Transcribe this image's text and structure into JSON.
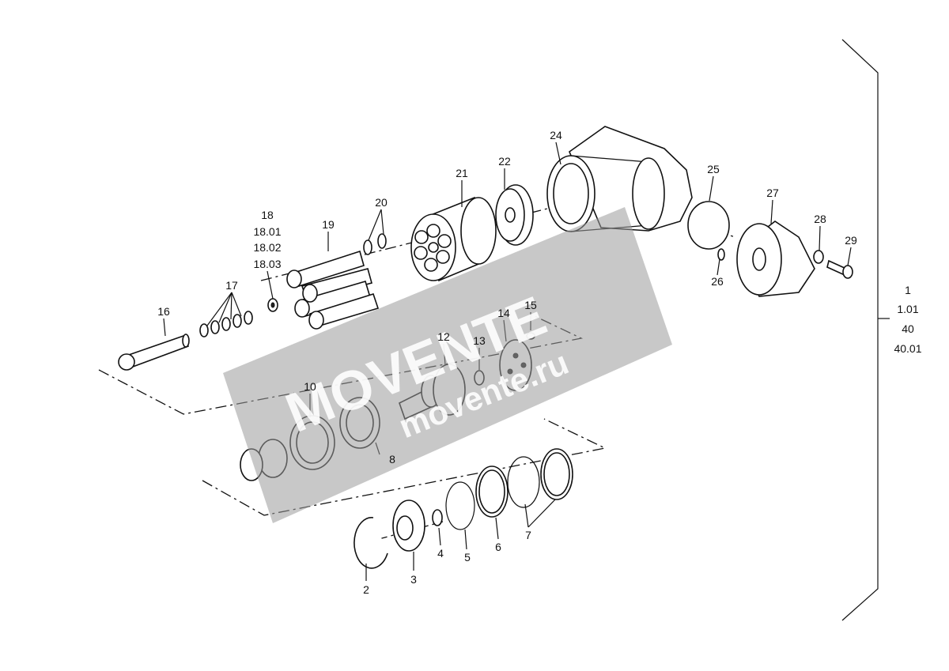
{
  "diagram": {
    "callouts": [
      "2",
      "3",
      "4",
      "5",
      "6",
      "7",
      "8",
      "10",
      "12",
      "13",
      "14",
      "15",
      "16",
      "17",
      "18",
      "18.01",
      "18.02",
      "18.03",
      "19",
      "20",
      "21",
      "22",
      "24",
      "25",
      "26",
      "27",
      "28",
      "29"
    ],
    "assembly_refs": [
      "1",
      "1.01",
      "40",
      "40.01"
    ]
  },
  "watermark": {
    "brand": "MOVENTE",
    "site": "movente.ru",
    "color": "#9a9a9a"
  }
}
